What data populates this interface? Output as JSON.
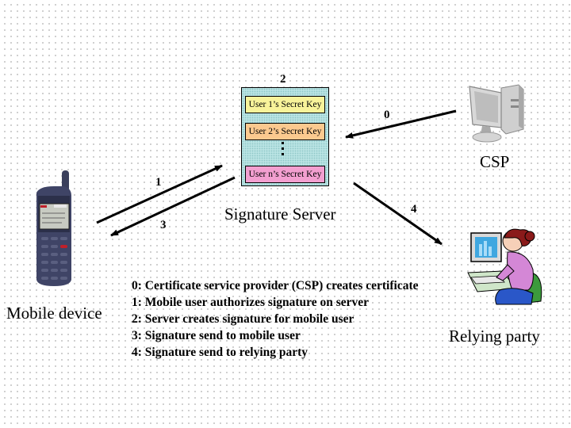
{
  "diagram": {
    "nodes": {
      "mobile_device": {
        "label": "Mobile device"
      },
      "signature_server": {
        "label": "Signature Server",
        "step_number": "2"
      },
      "csp": {
        "label": "CSP"
      },
      "relying_party": {
        "label": "Relying party"
      }
    },
    "server_keys": [
      {
        "label": "User 1’s Secret Key",
        "color": "#f8f39a"
      },
      {
        "label": "User 2’s Secret Key",
        "color": "#fbc98f"
      },
      {
        "label": "User n’s Secret Key",
        "color": "#f39fd0"
      }
    ],
    "arrows": [
      {
        "step": "0",
        "from": "CSP",
        "to": "Signature Server"
      },
      {
        "step": "1",
        "from": "Mobile device",
        "to": "Signature Server"
      },
      {
        "step": "3",
        "from": "Signature Server",
        "to": "Mobile device"
      },
      {
        "step": "4",
        "from": "Signature Server",
        "to": "Relying party"
      }
    ],
    "legend": [
      "0: Certificate service provider (CSP) creates certificate",
      "1: Mobile user authorizes signature on server",
      "2: Server creates signature for mobile user",
      "3: Signature send to mobile user",
      "4: Signature send to relying party"
    ],
    "colors": {
      "server_box": "#b9e3e3",
      "arrow": "#000000"
    }
  }
}
